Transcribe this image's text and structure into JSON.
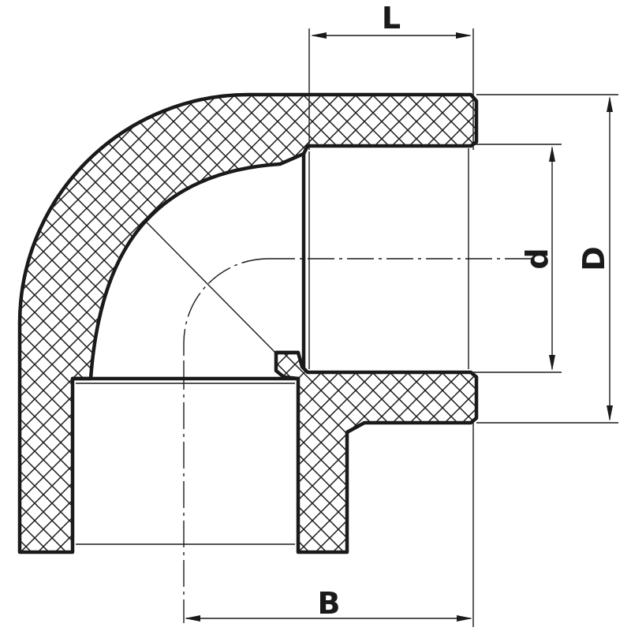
{
  "labels": {
    "L": "L",
    "B": "B",
    "d": "d",
    "D": "D"
  },
  "colors": {
    "stroke": "#1a1a1a",
    "background": "#ffffff"
  }
}
